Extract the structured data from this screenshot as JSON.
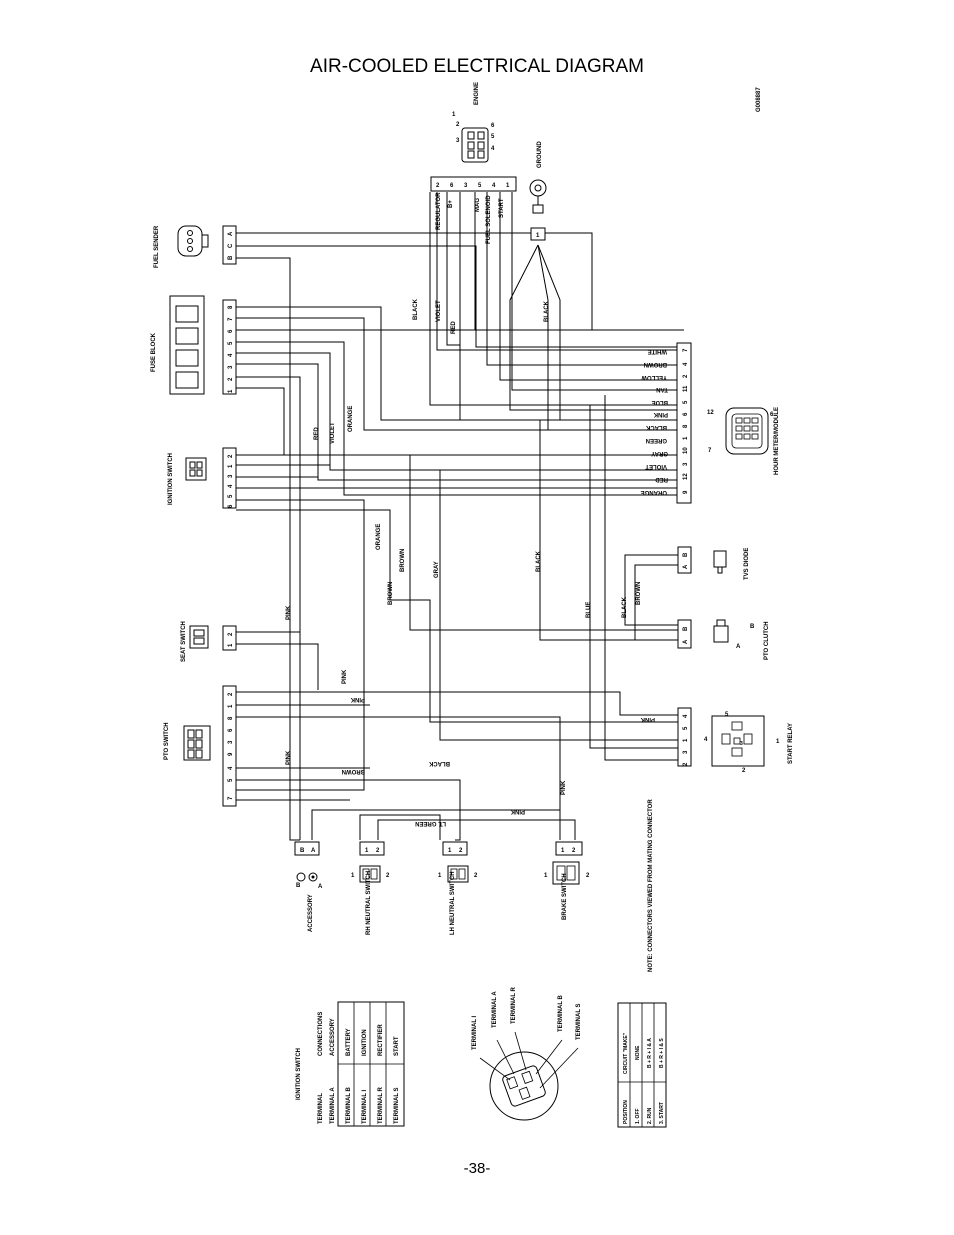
{
  "page": {
    "title": "AIR-COOLED ELECTRICAL DIAGRAM",
    "page_number": "-38-",
    "drawing_id": "G008887",
    "note": "NOTE: CONNECTORS VIEWED FROM MATING CONNECTOR"
  },
  "components": {
    "engine": {
      "label": "ENGINE",
      "pins": [
        "1",
        "2",
        "3",
        "4",
        "5",
        "6"
      ]
    },
    "ground": {
      "label": "GROUND",
      "pin": "1"
    },
    "engine_connector": {
      "pins": [
        "2",
        "6",
        "3",
        "5",
        "4",
        "1"
      ],
      "labels": [
        "REGULATOR",
        "B+",
        "MAG",
        "FUEL SOLENOID",
        "START"
      ]
    },
    "fuel_sender": {
      "label": "FUEL SENDER",
      "pins": [
        "C",
        "A",
        "B"
      ]
    },
    "fuse_block": {
      "label": "FUSE BLOCK",
      "pins": [
        "8",
        "7",
        "6",
        "5",
        "4",
        "3",
        "2",
        "1"
      ]
    },
    "ignition_switch": {
      "label": "IGNITION SWITCH",
      "pins": [
        "2",
        "1",
        "3",
        "4",
        "5",
        "6"
      ]
    },
    "seat_switch": {
      "label": "SEAT SWITCH",
      "pins": [
        "1",
        "2"
      ]
    },
    "pto_switch": {
      "label": "PTO SWITCH",
      "pins": [
        "2",
        "1",
        "8",
        "6",
        "3",
        "9",
        "4",
        "5",
        "7"
      ]
    },
    "accessory": {
      "label": "ACCESSORY",
      "pins": [
        "B",
        "A"
      ]
    },
    "rh_neutral": {
      "label": "RH NEUTRAL SWITCH",
      "pins": [
        "1",
        "2"
      ]
    },
    "lh_neutral": {
      "label": "LH NEUTRAL SWITCH",
      "pins": [
        "1",
        "2"
      ]
    },
    "brake_switch": {
      "label": "BRAKE SWITCH",
      "pins": [
        "1",
        "2"
      ]
    },
    "hour_meter": {
      "label": "HOUR METER/MODULE",
      "pins": [
        "7",
        "4",
        "2",
        "11",
        "5",
        "6",
        "8",
        "1",
        "10",
        "3",
        "12",
        "9"
      ]
    },
    "tvs_diode": {
      "label": "TVS DIODE",
      "pins": [
        "B",
        "A"
      ]
    },
    "pto_clutch": {
      "label": "PTO CLUTCH",
      "pins": [
        "B",
        "A"
      ]
    },
    "start_relay": {
      "label": "START RELAY",
      "pins": [
        "4",
        "5",
        "1",
        "3",
        "2"
      ]
    }
  },
  "wire_colors": [
    "WHITE",
    "BROWN",
    "YELLOW",
    "TAN",
    "BLUE",
    "PINK",
    "BLACK",
    "GREEN",
    "GRAY",
    "VIOLET",
    "RED",
    "ORANGE",
    "LT. GREEN"
  ],
  "ignition_table": {
    "title": "IGNITION SWITCH",
    "headers": [
      "TERMINAL",
      "CONNECTIONS"
    ],
    "rows": [
      [
        "TERMINAL A",
        "ACCESSORY"
      ],
      [
        "TERMINAL B",
        "BATTERY"
      ],
      [
        "TERMINAL I",
        "IGNITION"
      ],
      [
        "TERMINAL R",
        "RECTIFIER"
      ],
      [
        "TERMINAL S",
        "START"
      ]
    ]
  },
  "terminal_labels": [
    "TERMINAL I",
    "TERMINAL A",
    "TERMINAL R",
    "TERMINAL B",
    "TERMINAL S"
  ],
  "position_table": {
    "headers": [
      "POSITION",
      "CIRCUIT \"MAKE\""
    ],
    "rows": [
      [
        "1. OFF",
        "NONE"
      ],
      [
        "2. RUN",
        "B + R + I & A"
      ],
      [
        "3. START",
        "B + R + I & S"
      ]
    ]
  }
}
